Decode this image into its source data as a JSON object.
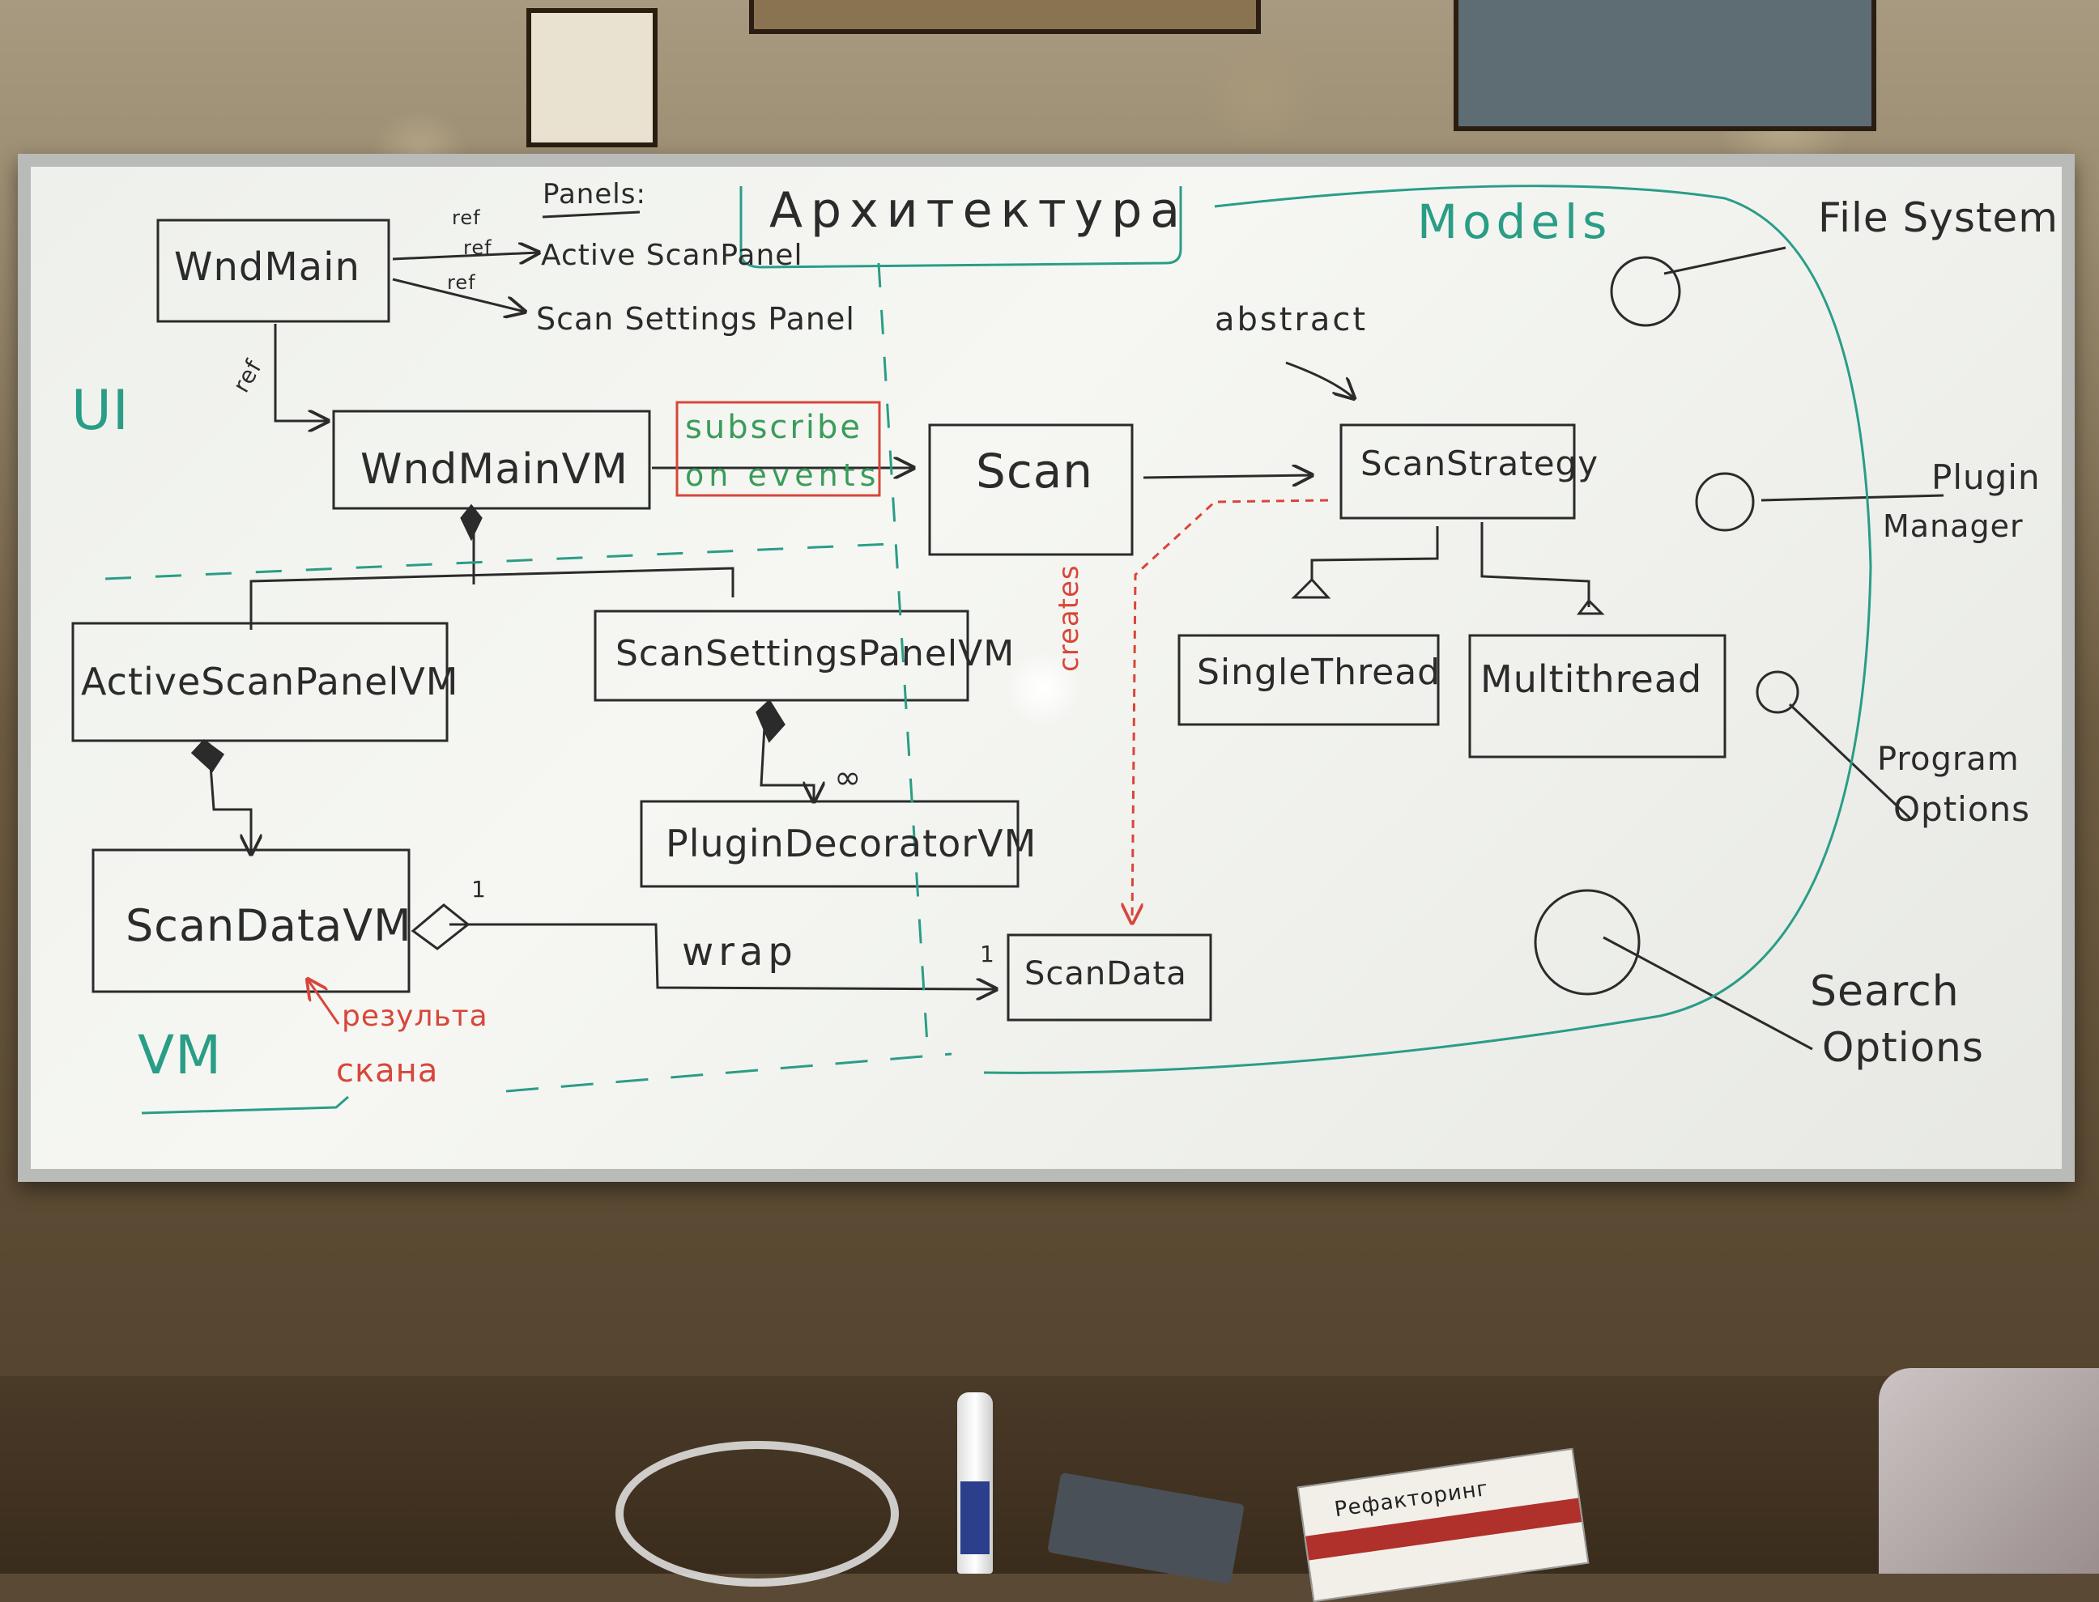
{
  "board": {
    "title": "Архитектура",
    "panels_label": "Panels:",
    "zones": {
      "ui": "UI",
      "vm": "VM",
      "models": "Models"
    },
    "boxes": {
      "wndmain": "WndMain",
      "wndmainvm": "WndMainVM",
      "scan": "Scan",
      "scanstrategy": "ScanStrategy",
      "singlethread": "SingleThread",
      "multithread": "Multithread",
      "activescanpanelvm": "ActiveScanPanelVM",
      "scansettingspanelvm": "ScanSettingsPanelVM",
      "plugindecoratorvm": "PluginDecoratorVM",
      "scandatavm": "ScanDataVM",
      "scandata": "ScanData"
    },
    "panel_refs": [
      "Active ScanPanel",
      "Scan Settings Panel"
    ],
    "labels": {
      "ref1": "ref",
      "ref2": "ref",
      "ref3": "ref",
      "ref4": "ref",
      "abstract": "abstract",
      "subscribe_line1": "subscribe",
      "subscribe_line2": "on events",
      "creates": "creates",
      "wrap": "wrap",
      "infinity": "∞",
      "one_a": "1",
      "one_b": "1",
      "result_line1": "результа",
      "result_line2": "скана"
    },
    "models": {
      "filesystem": "File System",
      "plugin_line1": "Plugin",
      "plugin_line2": "Manager",
      "program_line1": "Program",
      "program_line2": "Options",
      "search_line1": "Search",
      "search_line2": "Options"
    }
  },
  "room": {
    "book_title": "Рефакторинг"
  }
}
